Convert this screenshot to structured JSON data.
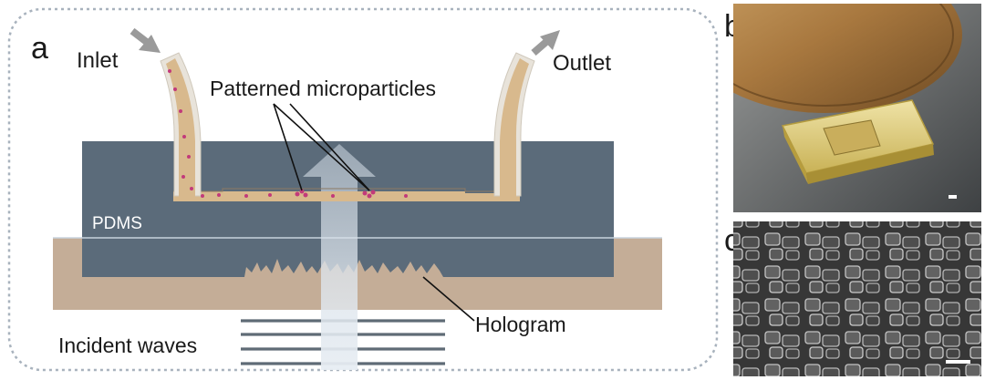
{
  "panels": {
    "a": {
      "letter": "a",
      "inlet": "Inlet",
      "outlet": "Outlet",
      "particles": "Patterned microparticles",
      "pdms": "PDMS",
      "hologram": "Hologram",
      "incident": "Incident waves"
    },
    "b": {
      "letter": "b"
    },
    "c": {
      "letter": "c"
    }
  },
  "colors": {
    "pdms": "#5b6b7a",
    "substrate": "#c4ad97",
    "fluid": "#d8b98d",
    "tube_wall": "#e8e3da",
    "particle": "#c23a7a",
    "arrow": "#9a9a9a",
    "beam": "#dfe7ee",
    "frame": "#a8b2bd"
  },
  "icons": {
    "inlet_arrow": "arrow-down-right-icon",
    "outlet_arrow": "arrow-up-right-icon"
  }
}
